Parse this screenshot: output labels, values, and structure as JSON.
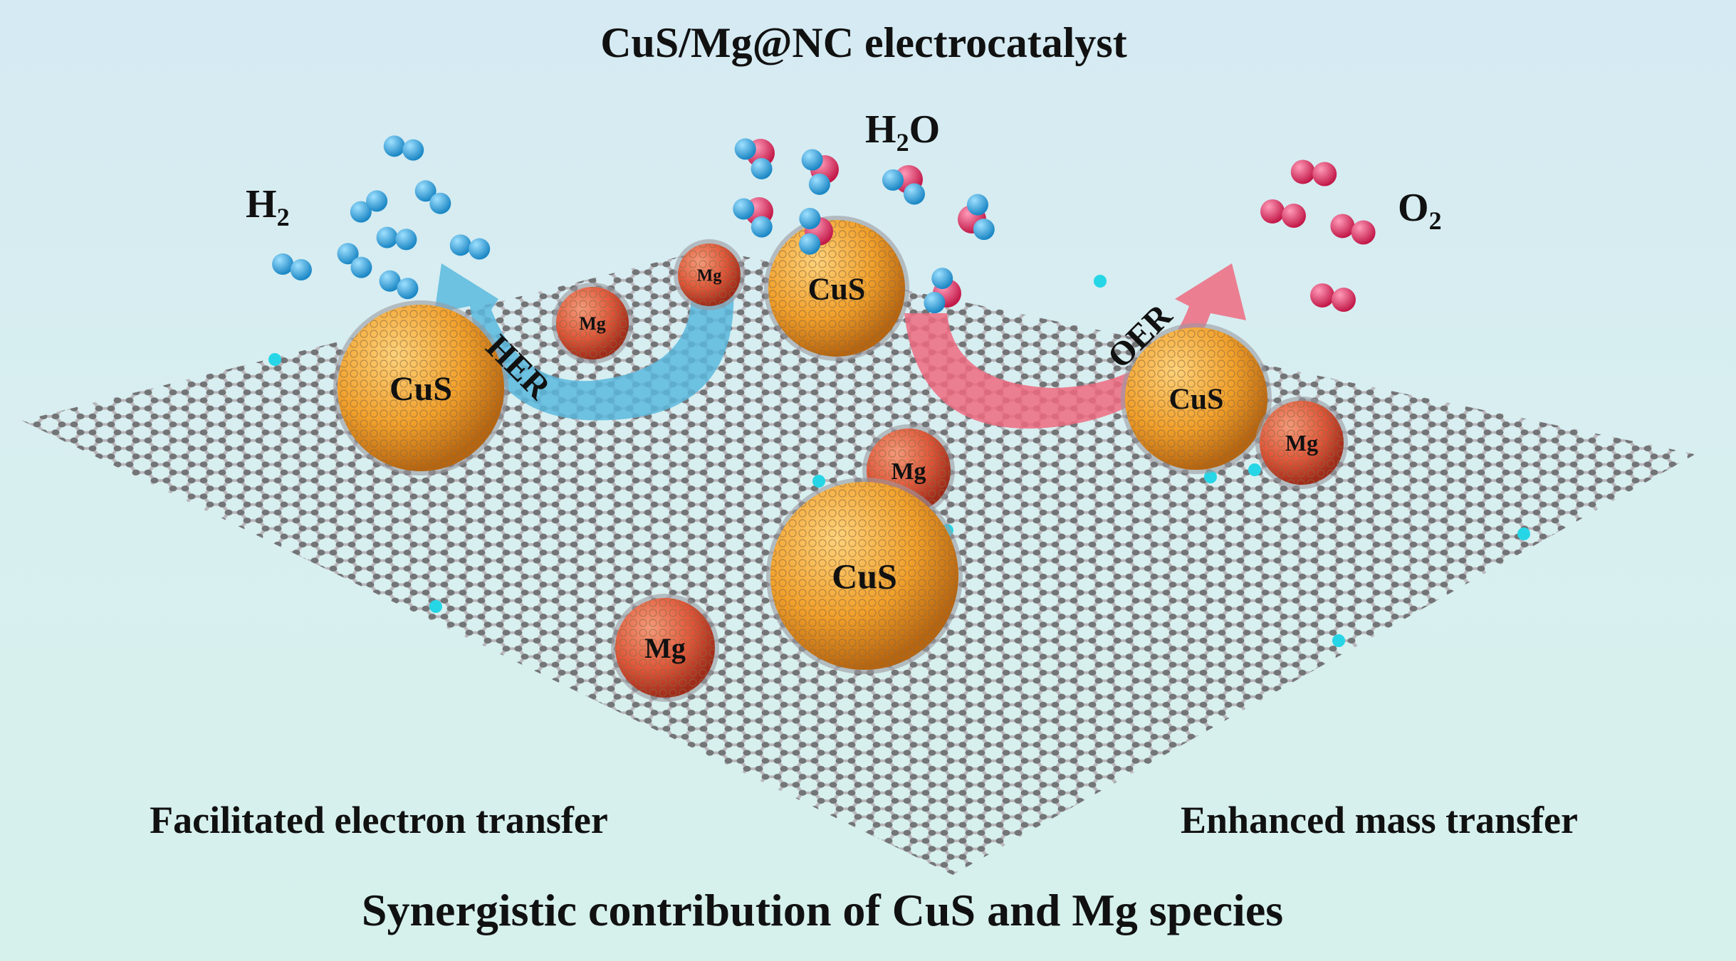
{
  "title": "CuS/Mg@NC electrocatalyst",
  "molecules": {
    "h2": {
      "main": "H",
      "sub": "2"
    },
    "h2o": {
      "main": "H",
      "sub": "2",
      "tail": "O"
    },
    "o2": {
      "main": "O",
      "sub": "2"
    }
  },
  "reactions": {
    "her": "HER",
    "oer": "OER"
  },
  "particles": {
    "cus": "CuS",
    "mg": "Mg"
  },
  "captions": {
    "left": "Facilitated electron transfer",
    "right": "Enhanced mass transfer",
    "bottom": "Synergistic contribution of CuS and Mg species"
  },
  "colors": {
    "cus": "#f2a02a",
    "mg": "#e0563a",
    "hydrogen": "#2fa6e0",
    "oxygen": "#e8386a",
    "her_arrow": "#5ab8de",
    "oer_arrow": "#ee6a80",
    "graphene": "#7a7a7a",
    "nitrogen": "#26d6e6"
  }
}
